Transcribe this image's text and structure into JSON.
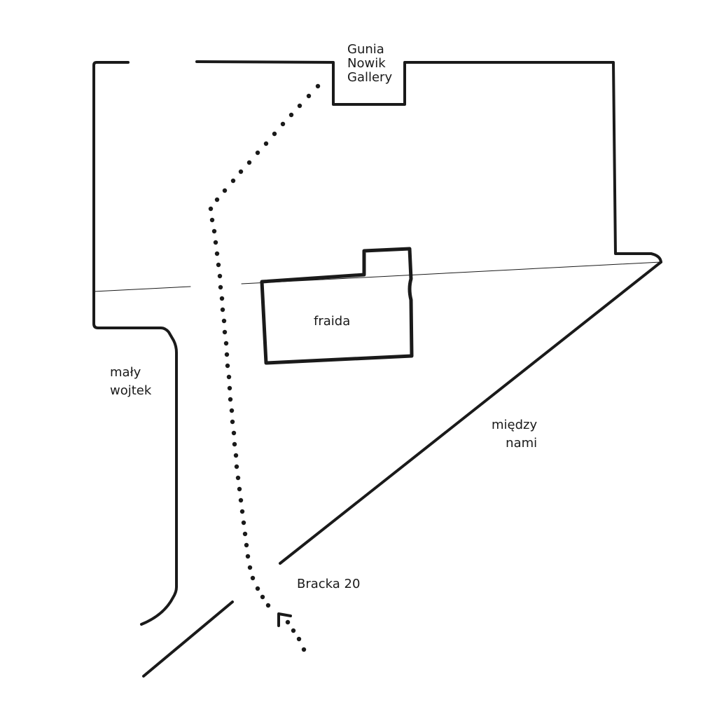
{
  "map": {
    "labels": {
      "gallery": [
        "Gunia",
        "Nowik",
        "Gallery"
      ],
      "fraida": "fraida",
      "maly_wojtek": [
        "mały",
        "wojtek"
      ],
      "miedzy_nami": [
        "między",
        "nami"
      ],
      "bracka": "Bracka 20"
    },
    "colors": {
      "ink": "#1a1a1a",
      "background": "#ffffff"
    },
    "icons": {
      "route": "dotted-path",
      "entrance": "corner-marker"
    }
  }
}
